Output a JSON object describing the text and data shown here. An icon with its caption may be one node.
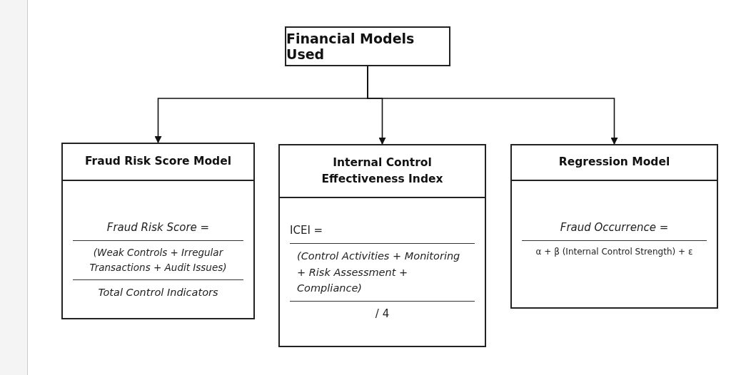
{
  "diagram": {
    "nodes": [
      {
        "text": [
          "Financial Models Used"
        ]
      },
      {
        "text": [
          "Fraud Risk Score Model",
          "Fraud Risk Score =",
          "(Weak Controls + Irregular Transactions + Audit Issues)",
          "Total Control Indicators"
        ]
      },
      {
        "text": [
          "Internal Control Effectiveness Index",
          "ICEI =",
          "(Control Activities + Monitoring + Risk Assessment + Compliance)",
          "/ 4"
        ]
      },
      {
        "text": [
          "Regression Model",
          "Fraud Occurrence =",
          "α + β (Internal Control Strength) + ε"
        ]
      }
    ],
    "edges": [
      {
        "from": 0,
        "to": 1,
        "arrow": "to"
      },
      {
        "from": 0,
        "to": 2,
        "arrow": "to"
      },
      {
        "from": 0,
        "to": 3,
        "arrow": "to"
      }
    ]
  }
}
